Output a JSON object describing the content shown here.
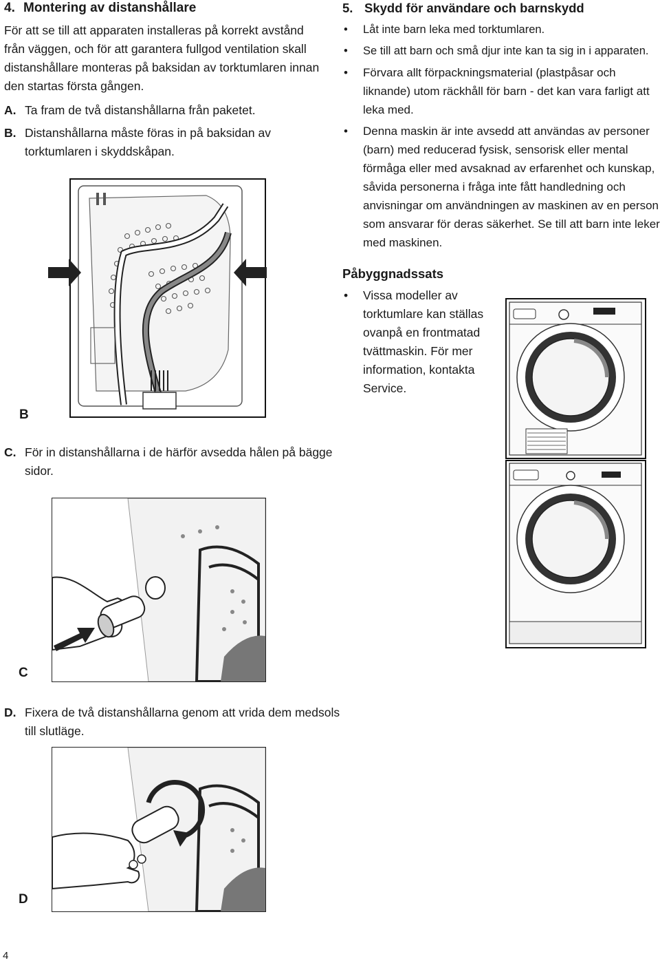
{
  "section4": {
    "number": "4.",
    "title": "Montering av distanshållare",
    "intro": "För att se till att apparaten installeras på korrekt avstånd från väggen, och för att garantera fullgod ventilation skall distanshållare monteras på baksidan av torktumlaren innan den startas första gången.",
    "stepA": {
      "letter": "A.",
      "text": "Ta fram de två distanshållarna från paketet."
    },
    "stepB": {
      "letter": "B.",
      "text": "Distanshållarna måste föras in på baksidan av torktumlaren i skyddskåpan."
    },
    "figB_label": "B",
    "stepC": {
      "letter": "C.",
      "text": "För in distanshållarna i de härför avsedda hålen på bägge sidor."
    },
    "figC_label": "C",
    "stepD": {
      "letter": "D.",
      "text": "Fixera de två distanshållarna genom att vrida dem medsols till slutläge."
    },
    "figD_label": "D"
  },
  "section5": {
    "number": "5.",
    "title": "Skydd för användare och barnskydd",
    "bullets": [
      "Låt inte barn leka med torktumlaren.",
      "Se till att barn och små djur inte kan ta sig in i apparaten.",
      "Förvara allt förpackningsmaterial (plastpåsar och liknande) utom räckhåll för barn - det kan vara farligt att leka med.",
      "Denna maskin är inte avsedd att användas av personer (barn) med reducerad fysisk, sensorisk eller mental förmåga eller med avsaknad av erfarenhet och kunskap, såvida personerna i fråga inte fått handledning och anvisningar om användningen av maskinen av en person som ansvarar för deras säkerhet. Se till att barn inte leker med maskinen."
    ]
  },
  "kit": {
    "title": "Påbyggnadssats",
    "bullet": "Vissa modeller av torktumlare kan ställas ovanpå en frontmatad tvättmaskin. För mer information, kontakta Service."
  },
  "page_number": "4"
}
